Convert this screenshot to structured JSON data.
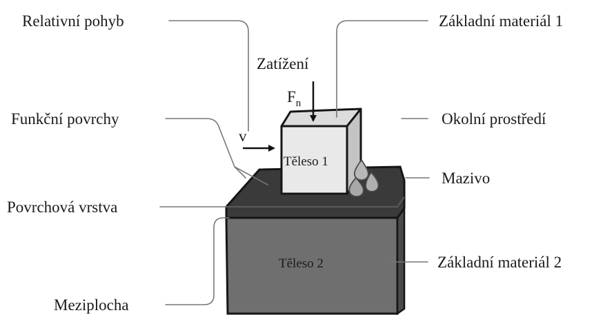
{
  "labels": {
    "relative_motion": "Relativní pohyb",
    "base_material_1": "Základní materiál 1",
    "load": "Zatížení",
    "normal_force_main": "F",
    "normal_force_sub": "n",
    "functional_surfaces": "Funkční povrchy",
    "environment": "Okolní prostředí",
    "velocity": "v",
    "body_1": "Těleso 1",
    "lubricant": "Mazivo",
    "surface_layer": "Povrchová vrstva",
    "body_2": "Těleso 2",
    "base_material_2": "Základní materiál 2",
    "interface": "Meziplocha"
  }
}
